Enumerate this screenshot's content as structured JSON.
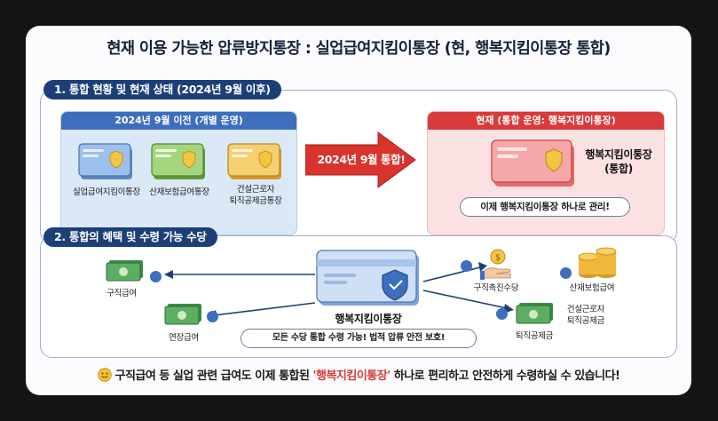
{
  "title": "현재 이용 가능한 압류방지통장 : 실업급여지킴이통장 (현, 행복지킴이통장 통합)",
  "section1": {
    "heading": "1. 통합 현황 및 현재 상태 (2024년 9월 이후)",
    "before": {
      "heading": "2024년 9월 이전 (개별 운영)",
      "cards": [
        {
          "label": "실업급여지킴이통장",
          "color": "#8fb6e8"
        },
        {
          "label": "산재보험급여통장",
          "color": "#9ccf7a"
        },
        {
          "label_line1": "건설근로자",
          "label_line2": "퇴직공제금통장",
          "color": "#f3c96b"
        }
      ]
    },
    "arrow_label": "2024년 9월 통합!",
    "after": {
      "heading": "현재 (통합 운영: 행복지킴이통장)",
      "card_line1": "행복지킴이통장",
      "card_line2": "(통합)",
      "note": "이제 행복지킴이통장 하나로 관리!"
    }
  },
  "section2": {
    "heading": "2. 통합의 혜택 및 수령 가능 수당",
    "center_label": "행복지킴이통장",
    "center_note": "모든 수당 통합 수령 가능! 법적 압류 안전 보호!",
    "left_items": [
      "구직급여",
      "연장급여"
    ],
    "right_items": {
      "top_left": "구직촉진수당",
      "top_right": "산재보험급여",
      "bottom_label": "퇴직공제금",
      "bottom_side_line1": "건설근로자",
      "bottom_side_line2": "퇴직공제금"
    }
  },
  "footer": {
    "prefix": "구직급여 등 실업 관련 급여도 이제 통합된 ",
    "highlight": "'행복지킴이통장'",
    "suffix": " 하나로 편리하고 안전하게 수령하실 수 있습니다!"
  },
  "colors": {
    "navy": "#1c3f78",
    "accent_red": "#d93a3a",
    "accent_blue": "#3e6fbe"
  }
}
